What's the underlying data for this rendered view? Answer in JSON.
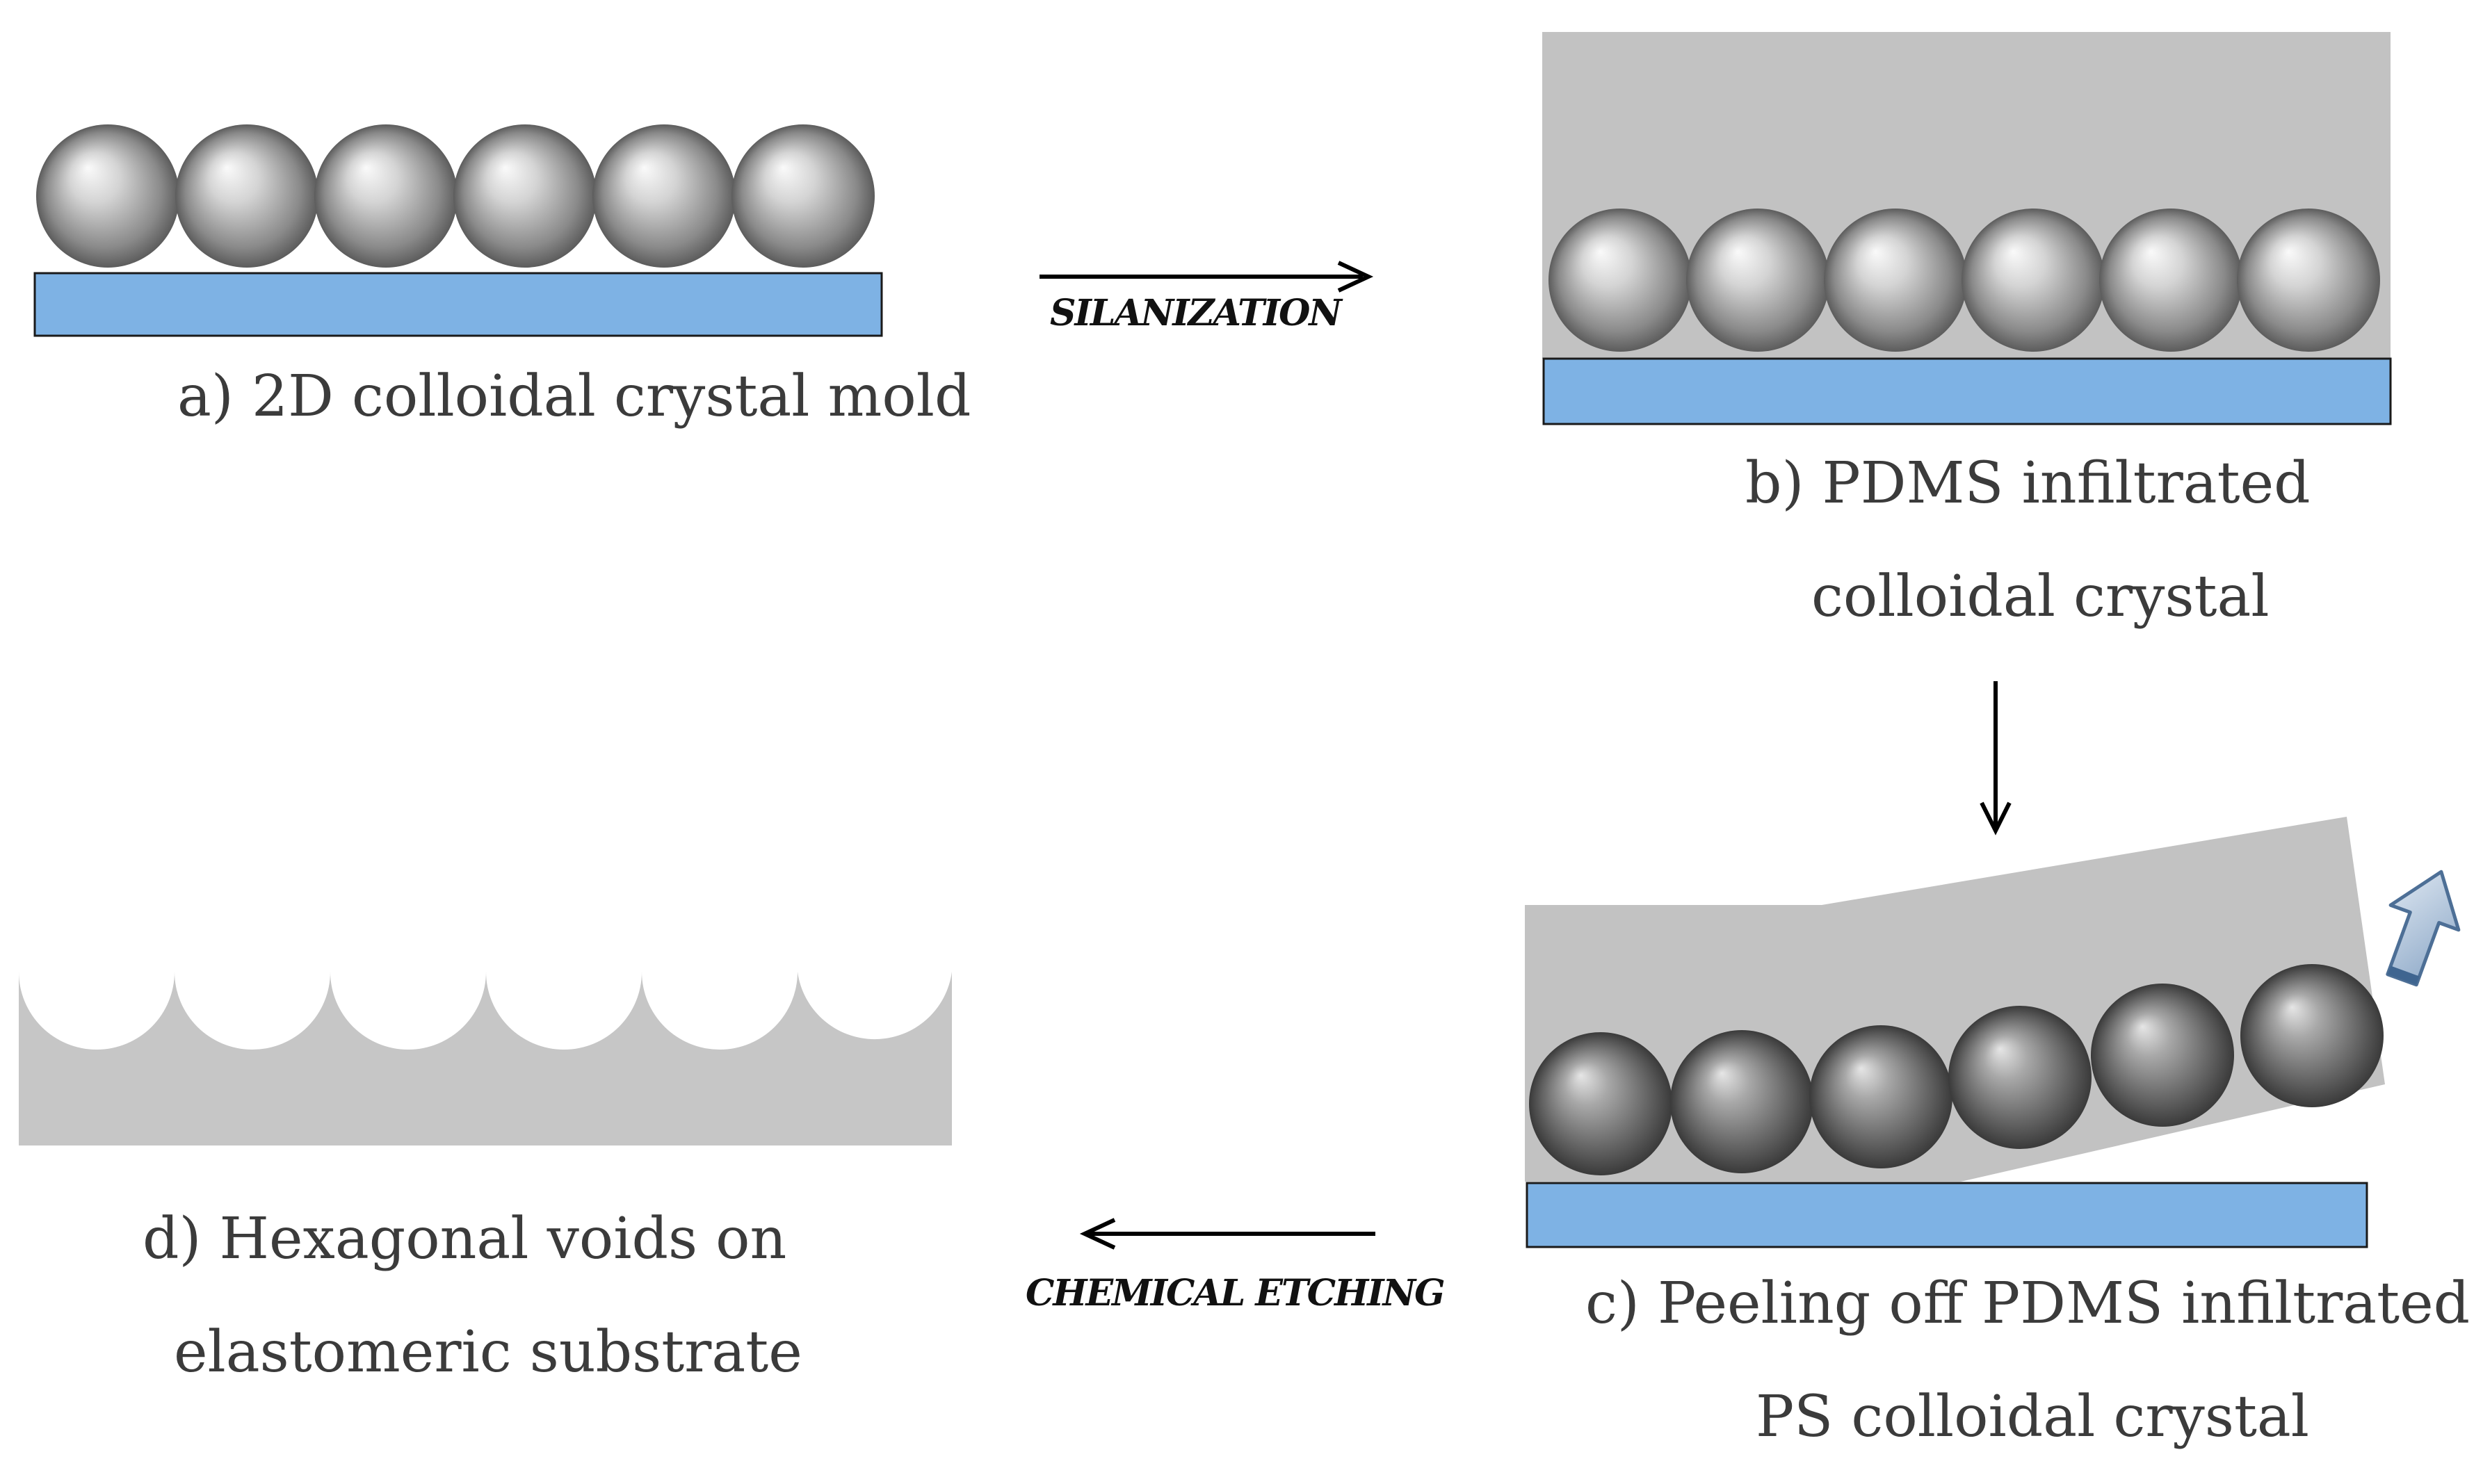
{
  "panels": {
    "a": {
      "caption": "a) 2D colloidal crystal mold"
    },
    "b": {
      "caption_line1": "b) PDMS infiltrated",
      "caption_line2": "colloidal crystal"
    },
    "c": {
      "caption_line1": "c) Peeling off PDMS infiltrated",
      "caption_line2": "PS colloidal crystal"
    },
    "d": {
      "caption_line1": "d) Hexagonal voids on",
      "caption_line2": "elastomeric substrate"
    }
  },
  "steps": {
    "silanization": "SILANIZATION",
    "chemical_etching": "CHEMICAL ETCHING"
  },
  "colors": {
    "substrate": "#7eb2e4",
    "pdms": "#c2c2c2",
    "elastomer": "#c6c6c6",
    "sphere_light": "#f6f6f6",
    "sphere_dark": "#5a5a5a",
    "peel_arrow": "#7d9bbd"
  }
}
